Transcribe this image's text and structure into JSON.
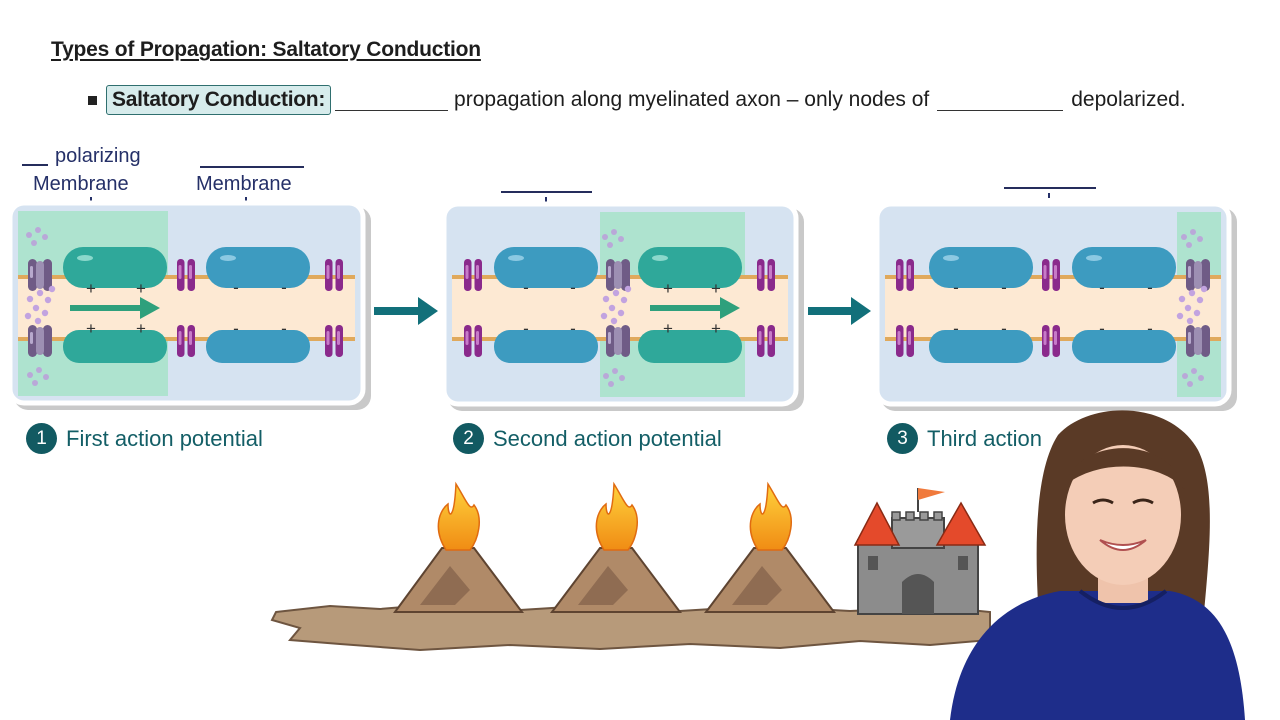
{
  "heading": "Types of Propagation: Saltatory Conduction",
  "definition": {
    "term": "Saltatory Conduction",
    "colon": ":",
    "middle_text": "propagation along myelinated axon – only nodes of",
    "end_text": "depolarized."
  },
  "panel1_labels": {
    "label_a": "polarizing",
    "label_b": "Membrane",
    "label_c": "Membrane"
  },
  "steps": [
    {
      "number": "1",
      "label": "First action potential"
    },
    {
      "number": "2",
      "label": "Second action potential"
    },
    {
      "number": "3",
      "label": "Third action"
    }
  ],
  "signs": {
    "plus": "+",
    "minus": "-"
  },
  "icons": [
    "arrow-right-icon",
    "volcano-icon",
    "castle-icon",
    "ion-channel-icon",
    "sodium-ion-dots-icon"
  ],
  "colors": {
    "term_box_bg": "#d7ecec",
    "active_region": "#aee3cf",
    "resting_region": "#d6e3f1",
    "myelin_active": "#2fa89a",
    "myelin_resting": "#3d9bc0",
    "axon_interior": "#fde9d3",
    "channel": "#8a2a8c",
    "arrow": "#12707a",
    "step_badge": "#125a62"
  }
}
